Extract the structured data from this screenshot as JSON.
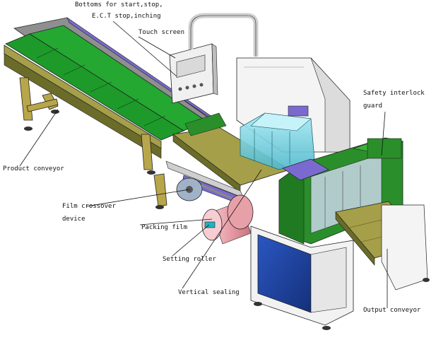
{
  "labels": {
    "buttons_line1": "Bottoms for start,stop,",
    "buttons_line2": "E.C.T stop,inching",
    "touch_screen": "Touch screen",
    "safety_line1": "Safety interlock",
    "safety_line2": "guard",
    "product_conveyor": "Product conveyor",
    "film_crossover_line1": "Film crossover",
    "film_crossover_line2": "device",
    "packing_film": "Packing film",
    "setting_roller": "Setting roller",
    "vertical_sealing": "Vertical sealing",
    "output_conveyor": "Output conveyor"
  },
  "colors": {
    "belt_green": "#1e9a2a",
    "guard_green": "#2a8f2a",
    "frame_olive": "#a59f4a",
    "leg_khaki": "#b8a64a",
    "cabinet_blue": "#1b3f9a",
    "film_pink": "#e8a0a8",
    "glass_cyan": "#7fd6e6",
    "purple_part": "#7a6ad0",
    "steel_white": "#f2f2f2",
    "outline": "#222222"
  }
}
